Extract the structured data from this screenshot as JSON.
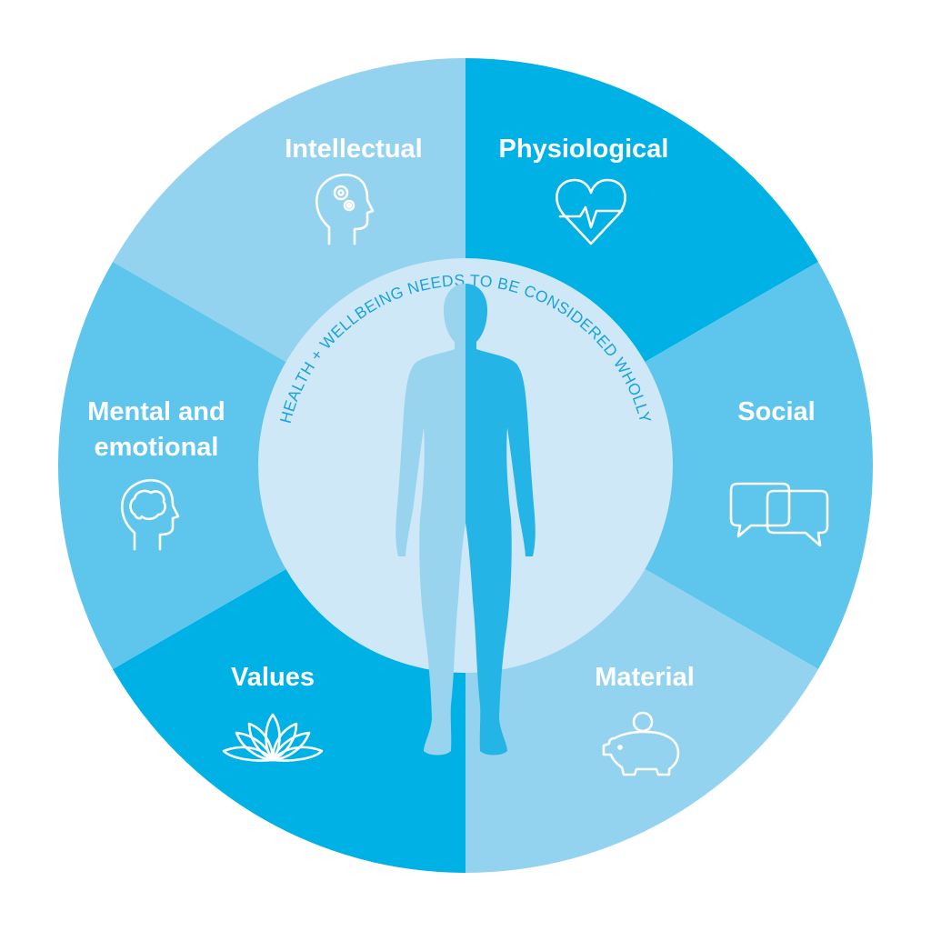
{
  "center_text": "HEALTH + WELLBEING NEEDS TO BE CONSIDERED WHOLLY",
  "segments": [
    {
      "label": "Intellectual",
      "icon": "head-gears-icon",
      "color": "#93d3ef"
    },
    {
      "label": "Physiological",
      "icon": "heart-pulse-icon",
      "color": "#00b1e6"
    },
    {
      "label": "Social",
      "icon": "speech-bubbles-icon",
      "color": "#5ec6ec"
    },
    {
      "label": "Material",
      "icon": "piggy-bank-icon",
      "color": "#93d3ef"
    },
    {
      "label": "Values",
      "icon": "lotus-icon",
      "color": "#00b1e6"
    },
    {
      "label": "Mental and emotional",
      "label_lines": [
        "Mental and",
        "emotional"
      ],
      "icon": "head-brain-icon",
      "color": "#5ec6ec"
    }
  ],
  "colors": {
    "inner_circle": "#cfe8f7",
    "figure_light": "#99d4ef",
    "figure_dark": "#25b4e6",
    "text_accent": "#1aa3dc",
    "icon": "#ffffff"
  }
}
